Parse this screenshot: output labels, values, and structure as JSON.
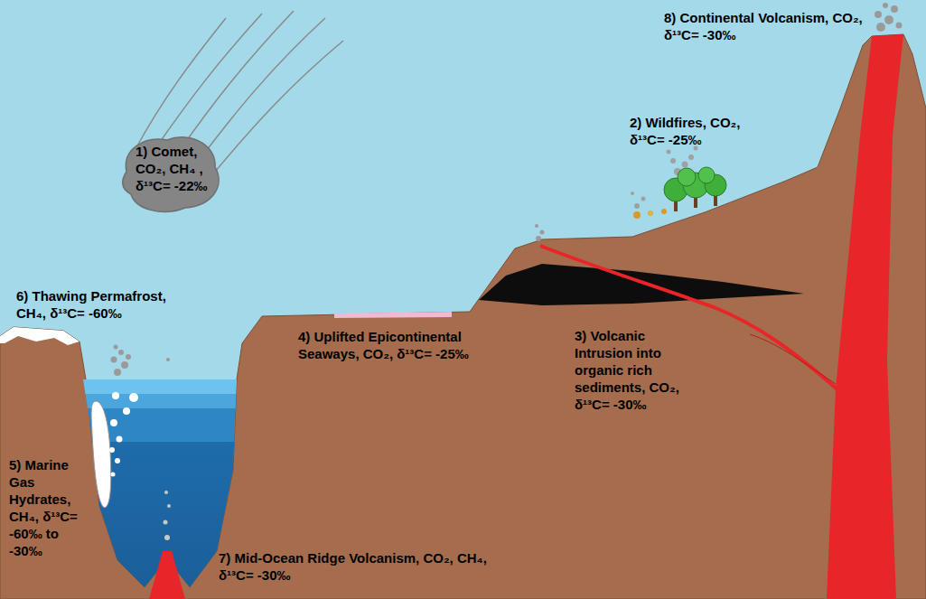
{
  "diagram": {
    "labels": [
      "1) Comet, CO₂, CH₄ , δ¹³C= -22‰",
      "2) Wildfires, CO₂, δ¹³C= -25‰",
      "3) Volcanic Intrusion into organic rich sediments, CO₂, δ¹³C= -30‰",
      "4) Uplifted Epicontinental Seaways, CO₂, δ¹³C= -25‰",
      "5) Marine Gas Hydrates, CH₄, δ¹³C= -60‰ to -30‰",
      "6) Thawing Permafrost, CH₄, δ¹³C= -60‰",
      "7) Mid-Ocean Ridge Volcanism, CO₂, CH₄, δ¹³C= -30‰",
      "8) Continental Volcanism, CO₂, δ¹³C= -30‰"
    ]
  }
}
